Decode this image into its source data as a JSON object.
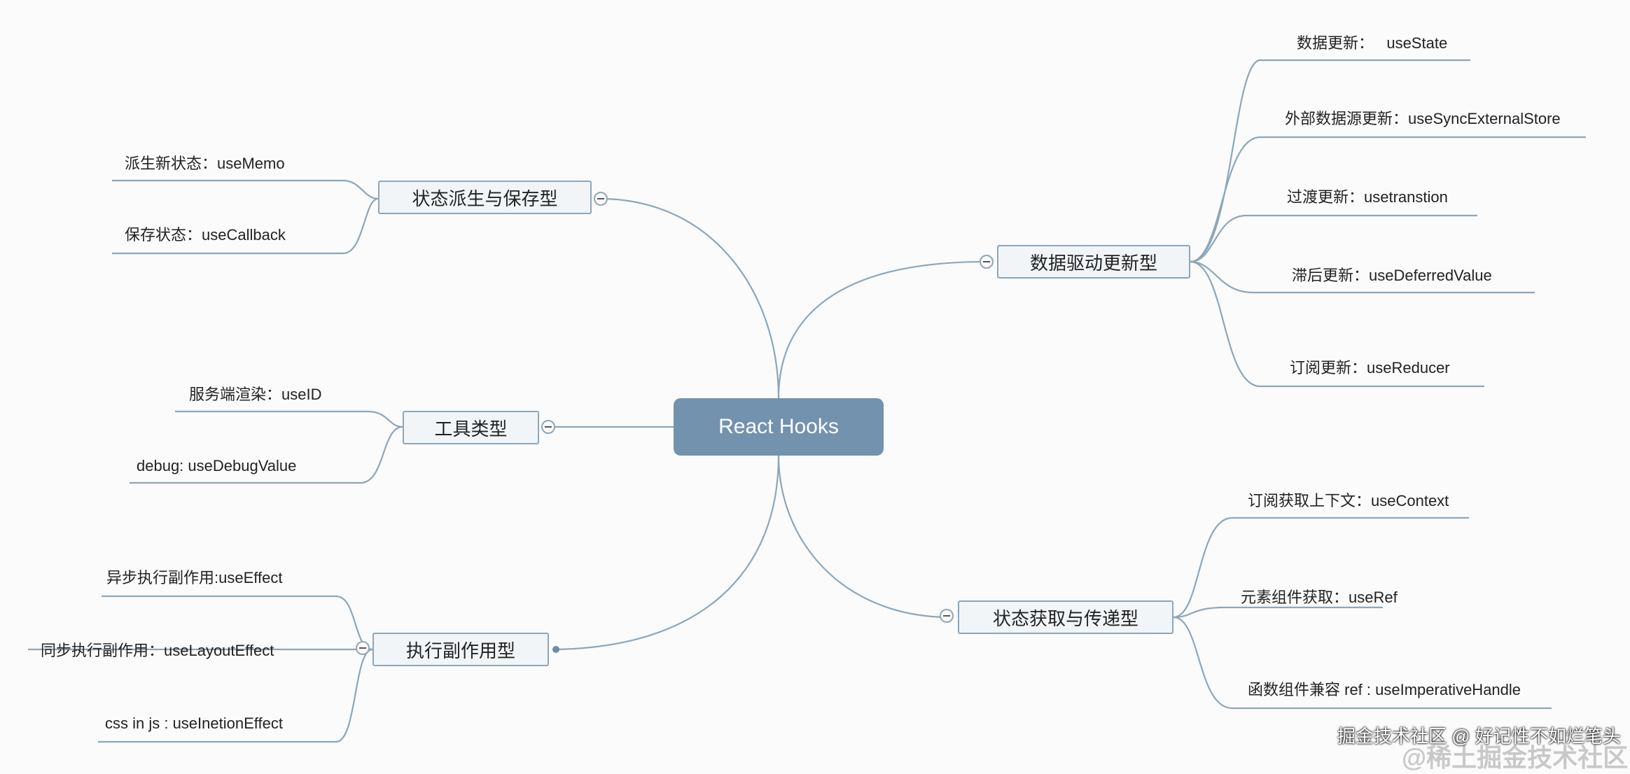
{
  "root": {
    "label": "React Hooks"
  },
  "branches": {
    "derive_save": {
      "label": "状态派生与保存型",
      "leaves": [
        "派生新状态：useMemo",
        "保存状态：useCallback"
      ]
    },
    "tools": {
      "label": "工具类型",
      "leaves": [
        "服务端渲染：useID",
        "debug: useDebugValue"
      ]
    },
    "side_effect": {
      "label": "执行副作用型",
      "leaves": [
        "异步执行副作用:useEffect",
        "同步执行副作用：useLayoutEffect",
        "css in js : useInetionEffect"
      ]
    },
    "data_driven": {
      "label": "数据驱动更新型",
      "leaves": [
        "数据更新：   useState",
        "外部数据源更新：useSyncExternalStore",
        "过渡更新：usetranstion",
        "滞后更新：useDeferredValue",
        "订阅更新：useReducer"
      ]
    },
    "get_pass": {
      "label": "状态获取与传递型",
      "leaves": [
        "订阅获取上下文：useContext",
        "元素组件获取：useRef",
        "函数组件兼容 ref : useImperativeHandle"
      ]
    }
  },
  "watermark": {
    "line1": "掘金技术社区 @ 好记性不如烂笔头",
    "line2": "@稀土掘金技术社区"
  },
  "colors": {
    "root_fill": "#7392ad",
    "line": "#8ea6b8",
    "node_fill": "#f2f5f8"
  }
}
